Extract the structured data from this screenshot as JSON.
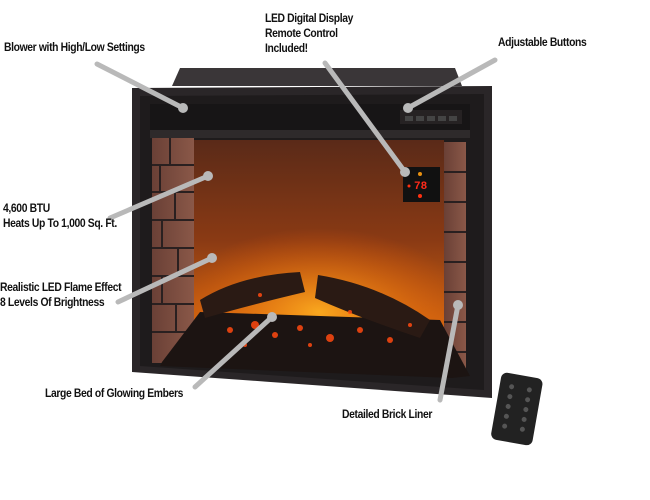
{
  "callouts": {
    "blower": {
      "line1": "Blower with High/Low Settings"
    },
    "led": {
      "line1": "LED Digital Display",
      "line2": "Remote Control",
      "line3": "Included!"
    },
    "buttons": {
      "line1": "Adjustable Buttons"
    },
    "btu": {
      "line1": "4,600 BTU",
      "line2": "Heats Up To 1,000 Sq. Ft."
    },
    "flame": {
      "line1": "Realistic LED Flame Effect",
      "line2": "8 Levels Of Brightness"
    },
    "embers": {
      "line1": "Large Bed of Glowing Embers"
    },
    "brick": {
      "line1": "Detailed Brick Liner"
    }
  },
  "display": {
    "temperature": "78"
  },
  "colors": {
    "callout_line": "#b9b9b9",
    "frame": "#2a2628",
    "display_digits": "#ff2a1a"
  }
}
